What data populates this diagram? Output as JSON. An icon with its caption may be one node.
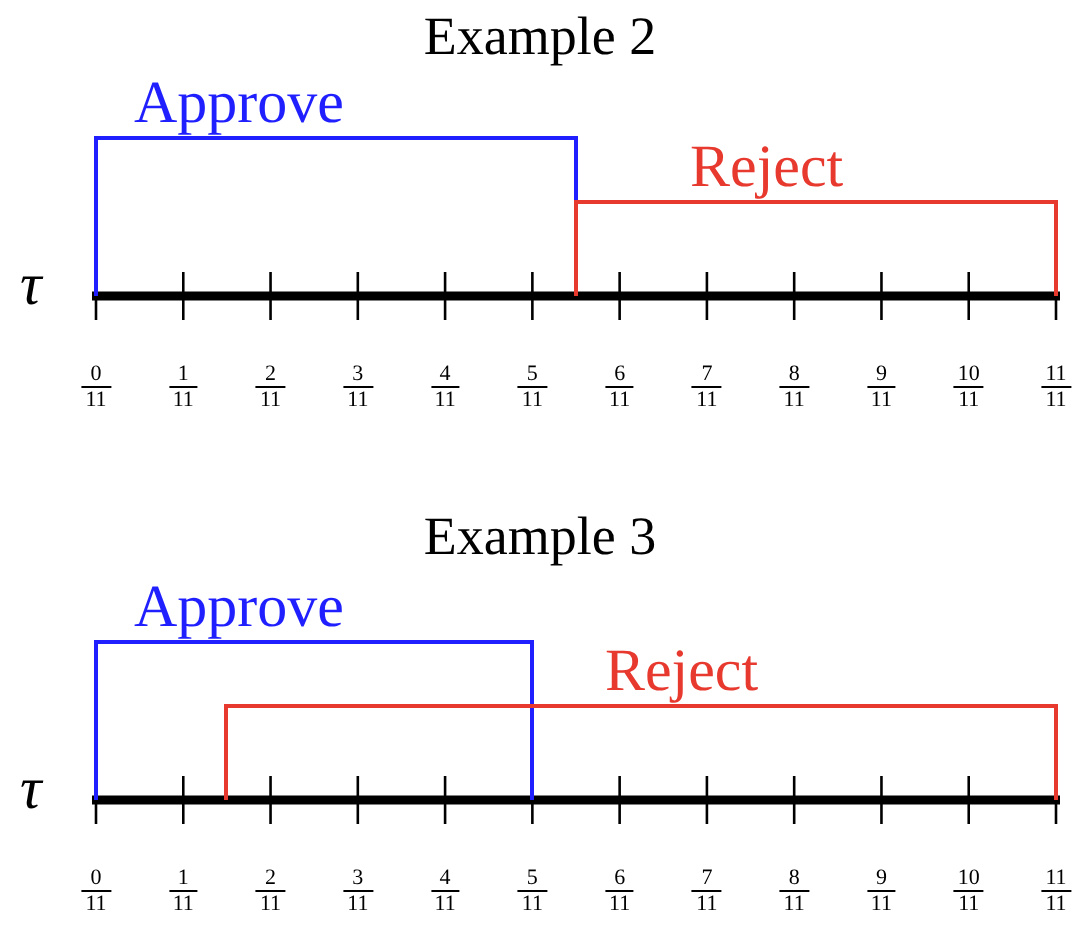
{
  "diagram": {
    "nodes": [
      {
        "text": [
          "Approve"
        ]
      },
      {
        "text": [
          "Reject"
        ]
      },
      {
        "text": [
          "Approve"
        ]
      },
      {
        "text": [
          "Reject"
        ]
      }
    ],
    "labels": [
      "Example 2",
      "τ",
      "0",
      "11",
      "1",
      "11",
      "2",
      "11",
      "3",
      "11",
      "4",
      "11",
      "5",
      "11",
      "6",
      "11",
      "7",
      "11",
      "8",
      "11",
      "9",
      "11",
      "10",
      "11",
      "11",
      "11",
      "Example 3",
      "τ",
      "0",
      "11",
      "1",
      "11",
      "2",
      "11",
      "3",
      "11",
      "4",
      "11",
      "5",
      "11",
      "6",
      "11",
      "7",
      "11",
      "8",
      "11",
      "9",
      "11",
      "10",
      "11",
      "11",
      "11"
    ]
  }
}
